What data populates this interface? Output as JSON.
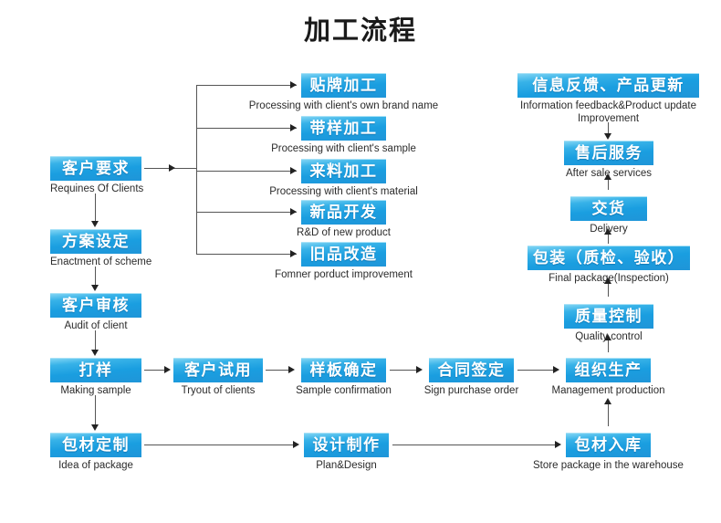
{
  "title": "加工流程",
  "nodes": {
    "requires": {
      "cn": "客户要求",
      "en": "Requines Of Clients"
    },
    "scheme": {
      "cn": "方案设定",
      "en": "Enactment of scheme"
    },
    "audit": {
      "cn": "客户审核",
      "en": "Audit of client"
    },
    "sample": {
      "cn": "打样",
      "en": "Making sample"
    },
    "package_idea": {
      "cn": "包材定制",
      "en": "Idea of package"
    },
    "oem": {
      "cn": "贴牌加工",
      "en": "Processing with client's own brand name"
    },
    "sample_proc": {
      "cn": "带样加工",
      "en": "Processing with client's sample"
    },
    "material_proc": {
      "cn": "来料加工",
      "en": "Processing with client's material"
    },
    "rnd": {
      "cn": "新品开发",
      "en": "R&D of new product"
    },
    "improve_old": {
      "cn": "旧品改造",
      "en": "Fomner porduct improvement"
    },
    "tryout": {
      "cn": "客户试用",
      "en": "Tryout of clients"
    },
    "sample_conf": {
      "cn": "样板确定",
      "en": "Sample confirmation"
    },
    "purchase": {
      "cn": "合同签定",
      "en": "Sign purchase order"
    },
    "production": {
      "cn": "组织生产",
      "en": "Management production"
    },
    "design": {
      "cn": "设计制作",
      "en": "Plan&Design"
    },
    "store": {
      "cn": "包材入库",
      "en": "Store package in the warehouse"
    },
    "feedback": {
      "cn": "信息反馈、产品更新",
      "en": "Information feedback&Product update Improvement"
    },
    "aftersale": {
      "cn": "售后服务",
      "en": "After sale services"
    },
    "delivery": {
      "cn": "交货",
      "en": "Delivery"
    },
    "final_package": {
      "cn": "包装（质检、验收）",
      "en": "Final package(Inspection)"
    },
    "quality": {
      "cn": "质量控制",
      "en": "Quality control"
    }
  },
  "colors": {
    "chip_light": "#7fd4f4",
    "chip_mid": "#37b2e8",
    "chip_dark": "#1f95d8",
    "line": "#555555",
    "arrow": "#222222",
    "text": "#2b2b2b",
    "background": "#ffffff"
  }
}
